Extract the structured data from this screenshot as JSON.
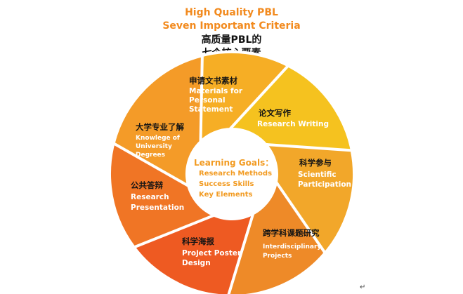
{
  "title": {
    "en_line1": "High Quality PBL",
    "en_line2": "Seven Important Criteria",
    "zh_line1": "高质量PBL的",
    "zh_line2": "七个核心要素"
  },
  "center": {
    "title": "Learning Goals：",
    "items": [
      "Research Methods",
      "Success Skills",
      "Key Elements"
    ]
  },
  "segments": [
    {
      "zh": "申请文书素材",
      "en": [
        "Materials for",
        "Personal",
        "Statement"
      ],
      "color": "#f6ae25"
    },
    {
      "zh": "论文写作",
      "en": [
        "Research Writing"
      ],
      "color": "#f5c21f"
    },
    {
      "zh": "科学参与",
      "en": [
        "Scientific",
        "Participation"
      ],
      "color": "#f2a72a"
    },
    {
      "zh": "跨学科课题研究",
      "en": [
        "Interdisciplinary",
        "Projects"
      ],
      "color": "#ee8a28"
    },
    {
      "zh": "科学海报",
      "en": [
        "Project Poster",
        "Design"
      ],
      "color": "#ee5a22"
    },
    {
      "zh": "公共答辩",
      "en": [
        "Research",
        "Presentation"
      ],
      "color": "#f07525"
    },
    {
      "zh": "大学专业了解",
      "en": [
        "Knowlege of",
        "University",
        "Degrees"
      ],
      "color": "#f49b28"
    }
  ],
  "colors": {
    "title_en": "#f28a1e",
    "title_zh": "#111111",
    "center_text": "#f29b22"
  },
  "return_mark": "↵"
}
